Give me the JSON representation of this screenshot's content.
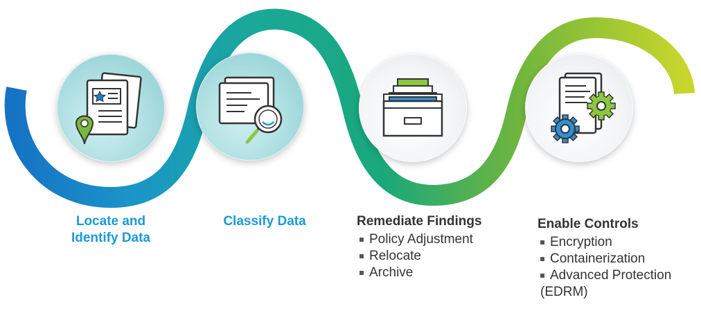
{
  "steps": [
    {
      "title_line1": "Locate and",
      "title_line2": "Identify Data",
      "icon": "document-location-icon",
      "accent": "#1a9ad6"
    },
    {
      "title": "Classify Data",
      "icon": "magnifier-document-icon",
      "accent": "#1a9ad6"
    },
    {
      "title": "Remediate Findings",
      "icon": "file-drawer-icon",
      "items": [
        "Policy Adjustment",
        "Relocate",
        "Archive"
      ]
    },
    {
      "title": "Enable Controls",
      "icon": "document-gears-icon",
      "items": [
        "Encryption",
        "Containerization",
        "Advanced Protection",
        "(EDRM)"
      ]
    }
  ],
  "colors": {
    "blue": "#1a9ad6",
    "teal": "#1aa89a",
    "green": "#6fb53e",
    "lime": "#c8d62c",
    "text_dark": "#333333"
  }
}
